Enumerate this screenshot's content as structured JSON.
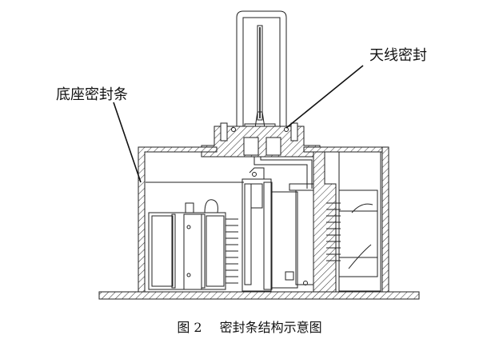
{
  "figure": {
    "caption_number": "图 2",
    "caption_title": "密封条结构示意图"
  },
  "labels": {
    "antenna_seal": "天线密封",
    "base_seal_strip": "底座密封条"
  }
}
